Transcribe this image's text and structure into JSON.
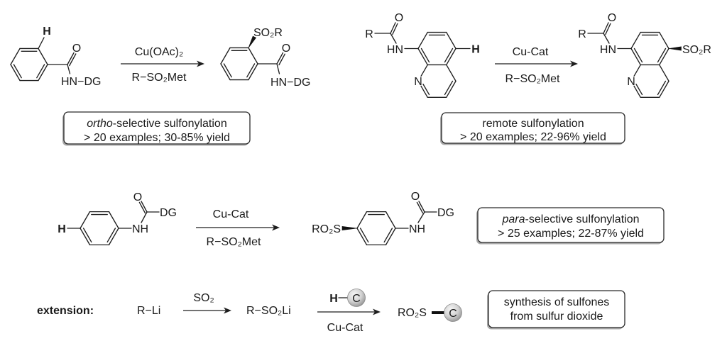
{
  "colors": {
    "ink": "#1e1e1e",
    "box_border": "#2a2a2a",
    "box_shadow": "#a9a9a9",
    "ball_light": "#f4f4f4",
    "ball_dark": "#9b9b9b"
  },
  "reactions": {
    "ortho": {
      "reactant": {
        "h": "H",
        "o": "O",
        "amide": "HN−DG"
      },
      "reagent_above": "Cu(OAc)₂",
      "reagent_below": "R−SO₂Met",
      "product": {
        "substituent": "SO₂R",
        "o": "O",
        "amide": "HN−DG"
      },
      "summary": {
        "title_italic": "ortho",
        "title_rest": "-selective sulfonylation",
        "detail": "> 20 examples; 30-85% yield"
      }
    },
    "remote": {
      "reactant": {
        "r": "R",
        "o": "O",
        "nh": "HN",
        "n": "N",
        "h": "H"
      },
      "reagent_above": "Cu-Cat",
      "reagent_below": "R−SO₂Met",
      "product": {
        "r": "R",
        "o": "O",
        "nh": "HN",
        "n": "N",
        "substituent": "SO₂R"
      },
      "summary": {
        "title": "remote sulfonylation",
        "detail": "> 20 examples; 22-96% yield"
      }
    },
    "para": {
      "reactant": {
        "h": "H",
        "o": "O",
        "nh": "NH",
        "dg": "DG"
      },
      "reagent_above": "Cu-Cat",
      "reagent_below": "R−SO₂Met",
      "product": {
        "substituent": "RO₂S",
        "o": "O",
        "nh": "NH",
        "dg": "DG"
      },
      "summary": {
        "title_italic": "para",
        "title_rest": "-selective sulfonylation",
        "detail": "> 25 examples; 22-87% yield"
      }
    },
    "extension": {
      "label": "extension:",
      "start": "R−Li",
      "reagent1": "SO₂",
      "intermediate": "R−SO₂Li",
      "reagent2_h": "H",
      "reagent2_c": "C",
      "reagent2_below": "Cu-Cat",
      "product_prefix": "RO₂S",
      "product_c": "C",
      "summary": {
        "line1": "synthesis of sulfones",
        "line2": "from sulfur dioxide"
      }
    }
  }
}
